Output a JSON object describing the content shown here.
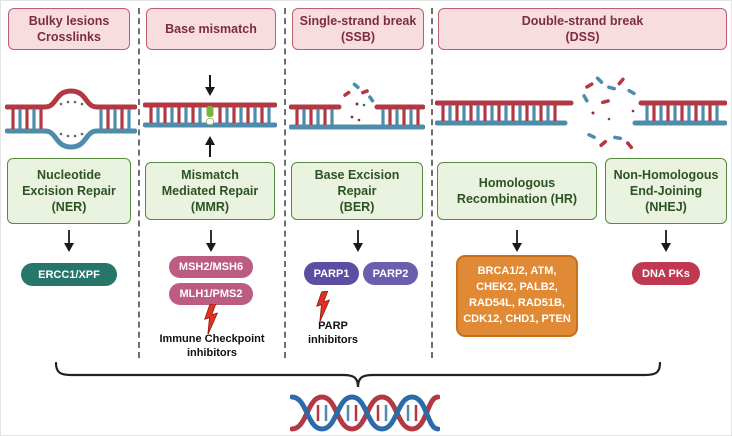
{
  "damage_boxes": [
    {
      "lines": [
        "Bulky lesions",
        "Crosslinks"
      ]
    },
    {
      "lines": [
        "Base mismatch"
      ]
    },
    {
      "lines": [
        "Single-strand break",
        "(SSB)"
      ]
    },
    {
      "lines": [
        "Double-strand break",
        "(DSS)"
      ]
    }
  ],
  "repair_boxes": [
    {
      "lines": [
        "Nucleotide",
        "Excision Repair",
        "(NER)"
      ]
    },
    {
      "lines": [
        "Mismatch",
        "Mediated Repair",
        "(MMR)"
      ]
    },
    {
      "lines": [
        "Base Excision",
        "Repair",
        "(BER)"
      ]
    },
    {
      "lines": [
        "Homologous",
        "Recombination (HR)"
      ]
    },
    {
      "lines": [
        "Non-Homologous",
        "End-Joining",
        "(NHEJ)"
      ]
    }
  ],
  "effectors": {
    "ner": {
      "label": "ERCC1/XPF",
      "color": "#26766a"
    },
    "mmr": [
      {
        "label": "MSH2/MSH6",
        "color": "#bc5c82"
      },
      {
        "label": "MLH1/PMS2",
        "color": "#bc5c82"
      }
    ],
    "ber": [
      {
        "label": "PARP1",
        "color": "#5a4fa2"
      },
      {
        "label": "PARP2",
        "color": "#6a5eae"
      }
    ],
    "hr": {
      "lines": [
        "BRCA1/2, ATM,",
        "CHEK2, PALB2,",
        "RAD54L, RAD51B,",
        "CDK12, CHD1, PTEN"
      ],
      "color": "#e08a35"
    },
    "nhej": {
      "label": "DNA PKs",
      "color": "#bf3a50"
    }
  },
  "annotations": {
    "immune_checkpoint": {
      "lines": [
        "Immune Checkpoint",
        "inhibitors"
      ]
    },
    "parp": {
      "lines": [
        "PARP",
        "inhibitors"
      ]
    }
  },
  "colors": {
    "damage_box_fill": "#f8dde0",
    "damage_box_border": "#bb5f6e",
    "damage_box_text": "#7c2d3a",
    "repair_box_fill": "#eaf2e0",
    "repair_box_border": "#568a3f",
    "repair_box_text": "#2c5323",
    "dna_strand_top": "#b23844",
    "dna_strand_bottom": "#4e8cab",
    "mismatch_base": "#7cb342",
    "lightning_bolt": "#e03222"
  }
}
